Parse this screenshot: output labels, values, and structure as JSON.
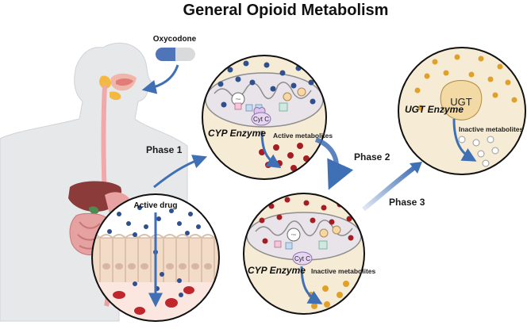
{
  "title": "General Opioid Metabolism",
  "drug_name": "Oxycodone",
  "phases": [
    "Phase 1",
    "Phase 2",
    "Phase 3"
  ],
  "labels": {
    "active_drug": "Active drug",
    "cyp_enzyme_1": "CYP Enzyme",
    "active_metabolites": "Active metabolites",
    "cyp_enzyme_2": "CYP Enzyme",
    "inactive_metabolites_1": "Inactive metabolites",
    "ugt_enzyme": "UGT Enzyme",
    "ugt": "UGT",
    "inactive_metabolites_2": "Inactive metabolites",
    "cyt_c_1": "Cyt C",
    "cyt_c_2": "Cyt C"
  },
  "colors": {
    "arrow": "#3f6fb5",
    "drug_dot": "#2f4f8f",
    "active_metabolite": "#a51d24",
    "inactive_metabolite": "#e0a02a",
    "circle_fill": "#f6ecd6"
  }
}
